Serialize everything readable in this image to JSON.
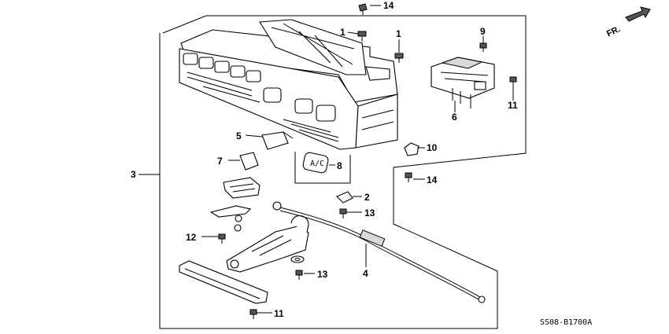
{
  "direction_label": "FR.",
  "diagram_code": "SS08-B1700A",
  "callouts": {
    "c1a": "1",
    "c1b": "1",
    "c2": "2",
    "c3": "3",
    "c4": "4",
    "c5": "5",
    "c6": "6",
    "c7": "7",
    "c8": "8",
    "c9": "9",
    "c10": "10",
    "c11a": "11",
    "c11b": "11",
    "c12": "12",
    "c13a": "13",
    "c13b": "13",
    "c14a": "14",
    "c14b": "14"
  }
}
